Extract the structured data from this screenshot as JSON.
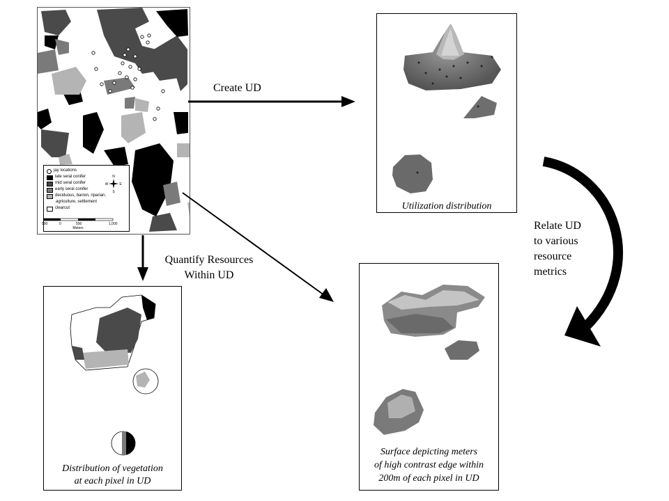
{
  "arrows": {
    "create_ud": "Create UD",
    "quantify_line1": "Quantify Resources",
    "quantify_line2": "Within UD",
    "relate_line1": "Relate UD",
    "relate_line2": "to various",
    "relate_line3": "resource",
    "relate_line4": "metrics"
  },
  "map": {
    "legend": {
      "items": [
        {
          "label": "jay locations",
          "swatch": "circle"
        },
        {
          "label": "late seral conifer",
          "color": "#000000"
        },
        {
          "label": "mid seral conifer",
          "color": "#444444"
        },
        {
          "label": "early seral conifer",
          "color": "#7a7a7a"
        },
        {
          "label": "deciduous, barren, riparian,",
          "color": "#b4b4b4"
        },
        {
          "label": "agriculture, settlement",
          "color": ""
        },
        {
          "label": "clearcut",
          "color": "#ffffff"
        }
      ],
      "scale_ticks": [
        "500",
        "0",
        "500",
        "1,000"
      ],
      "scale_unit": "Meters",
      "compass": {
        "n": "N",
        "s": "S",
        "e": "E",
        "w": "W"
      }
    },
    "colors": {
      "late": "#000000",
      "mid": "#4a4a4a",
      "early": "#7a7a7a",
      "deciduous": "#b4b4b4",
      "clearcut": "#ffffff"
    }
  },
  "ud_panel": {
    "caption": "Utilization distribution"
  },
  "veg_panel": {
    "caption_line1": "Distribution of vegetation",
    "caption_line2": "at each pixel in UD"
  },
  "edge_panel": {
    "caption_line1": "Surface depicting meters",
    "caption_line2": "of high contrast edge within",
    "caption_line3": "200m of each pixel in UD"
  }
}
